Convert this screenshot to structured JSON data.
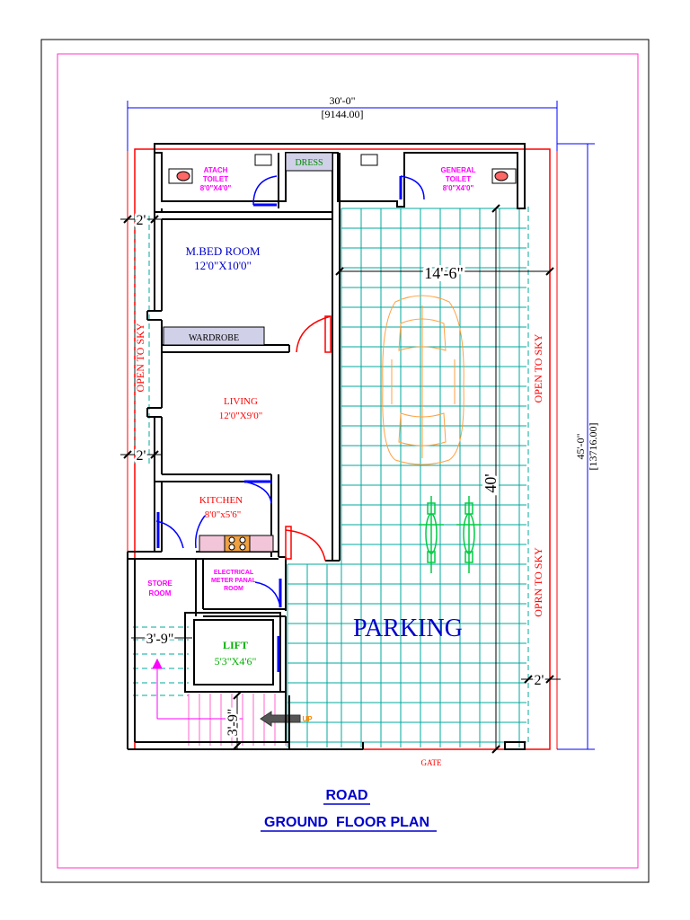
{
  "dimensions": {
    "overall_width": "30'-0\"",
    "overall_width_mm": "[9144.00]",
    "overall_depth": "45'-0\"",
    "overall_depth_mm": "[13716.00]",
    "parking_width": "14'-6\"",
    "parking_depth": "40'",
    "setback_top": "2'",
    "setback_mid": "2'",
    "setback_right": "2'",
    "stair_width": "3'-9\"",
    "stair_depth": "3'-9\""
  },
  "rooms": {
    "attach_toilet": {
      "name_line1": "ATACH",
      "name_line2": "TOILET",
      "size": "8'0\"X4'0\""
    },
    "general_toilet": {
      "name_line1": "GENERAL",
      "name_line2": "TOILET",
      "size": "8'0\"X4'0\""
    },
    "dress": {
      "name": "DRESS"
    },
    "master_bedroom": {
      "name": "M.BED ROOM",
      "size": "12'0\"X10'0\""
    },
    "wardrobe": {
      "name": "WARDROBE"
    },
    "living": {
      "name": "LIVING",
      "size": "12'0\"X9'0\""
    },
    "kitchen": {
      "name": "KITCHEN",
      "size": "8'0\"x5'6\""
    },
    "store": {
      "name_line1": "STORE",
      "name_line2": "ROOM"
    },
    "electrical": {
      "name_line1": "ELECTRICAL",
      "name_line2": "METER PANAL",
      "name_line3": "ROOM"
    },
    "lift": {
      "name": "LIFT",
      "size": "5'3\"X4'6\""
    },
    "parking": {
      "name": "PARKING"
    }
  },
  "annotations": {
    "open_left": "OPEN TO SKY",
    "open_right_top": "OPEN TO SKY",
    "open_right_bottom": "OPRN TO SKY",
    "gate": "GATE",
    "up": "UP"
  },
  "titles": {
    "road": "ROAD",
    "plan": "GROUND  FLOOR PLAN"
  },
  "colors": {
    "wall": "#000000",
    "boundary": "#ff0000",
    "frame_inner": "#ff33cc",
    "dimension": "#0000ff",
    "tile": "#00a99d",
    "car": "#ffa040",
    "bike": "#00cc44",
    "label_magenta": "#ff00ff",
    "label_blue": "#0000cc",
    "label_red": "#ff0000",
    "label_green": "#00b000"
  }
}
